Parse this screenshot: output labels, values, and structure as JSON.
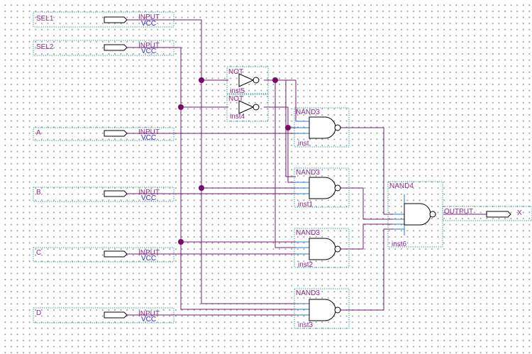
{
  "inputs": [
    {
      "name": "SEL1",
      "type_label": "INPUT",
      "default_label": "VCC"
    },
    {
      "name": "SEL2",
      "type_label": "INPUT",
      "default_label": "VCC"
    },
    {
      "name": "A",
      "type_label": "INPUT",
      "default_label": "VCC"
    },
    {
      "name": "B",
      "type_label": "INPUT",
      "default_label": "VCC"
    },
    {
      "name": "C",
      "type_label": "INPUT",
      "default_label": "VCC"
    },
    {
      "name": "D",
      "type_label": "INPUT",
      "default_label": "VCC"
    }
  ],
  "not_gates": [
    {
      "type": "NOT",
      "instance": "inst5"
    },
    {
      "type": "NOT",
      "instance": "inst4"
    }
  ],
  "nand3_gates": [
    {
      "type": "NAND3",
      "instance": "inst"
    },
    {
      "type": "NAND3",
      "instance": "inst1"
    },
    {
      "type": "NAND3",
      "instance": "inst2"
    },
    {
      "type": "NAND3",
      "instance": "inst3"
    }
  ],
  "nand4_gate": {
    "type": "NAND4",
    "instance": "inst6"
  },
  "output": {
    "type_label": "OUTPUT",
    "name": "X"
  },
  "colors": {
    "wire": "#7a1a7a",
    "label": "#8a2a8a",
    "vcc": "#2a2ad8",
    "box": "#3aa0a0",
    "junction": "#7a0a6a"
  }
}
